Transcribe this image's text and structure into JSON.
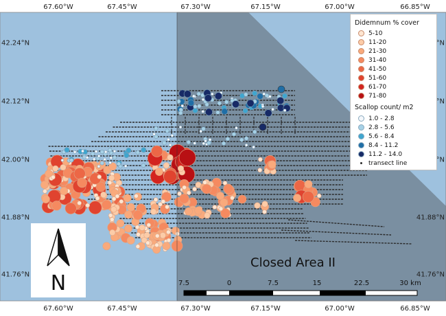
{
  "map": {
    "ticks": {
      "top": [
        "67.60°W",
        "67.45°W",
        "67.30°W",
        "67.15°W",
        "67.00°W",
        "66.85°W"
      ],
      "bottom": [
        "67.60°W",
        "67.45°W",
        "67.30°W",
        "67.15°W",
        "67.00°W",
        "66.85°W"
      ],
      "left": [
        "42.24°N",
        "42.12°N",
        "42.00°N",
        "41.88°N",
        "41.76°N"
      ],
      "right": [
        "42.24°N",
        "42.12°N",
        "42.00°N",
        "41.88°N",
        "41.76°N"
      ]
    },
    "area_label": "Closed Area II",
    "north_label": "N",
    "scale_labels": [
      "7.5",
      "0",
      "7.5",
      "15",
      "22.5",
      "30 km"
    ],
    "colors": {
      "water": "#9ec1de",
      "closed_area": "#7a8fa1",
      "transect": "#2b2b2b"
    }
  },
  "legend": {
    "didemnum_title": "Didemnum % cover",
    "didemnum": [
      {
        "label": "5-10",
        "color": "#fde6d2"
      },
      {
        "label": "11-20",
        "color": "#fccca8"
      },
      {
        "label": "21-30",
        "color": "#f9aa7c"
      },
      {
        "label": "31-40",
        "color": "#f58a60"
      },
      {
        "label": "41-50",
        "color": "#ec6746"
      },
      {
        "label": "51-60",
        "color": "#e0432f"
      },
      {
        "label": "61-70",
        "color": "#d3241f"
      },
      {
        "label": "71-80",
        "color": "#b81014"
      }
    ],
    "scallop_title": "Scallop count/ m2",
    "scallop": [
      {
        "label": "1.0 - 2.8",
        "color": "#f3f7fb"
      },
      {
        "label": "2.8 - 5.6",
        "color": "#a6d1e6"
      },
      {
        "label": "5.6 - 8.4",
        "color": "#3fa6cf"
      },
      {
        "label": "8.4 - 11.2",
        "color": "#1f6ea6"
      },
      {
        "label": "11.2 - 14.0",
        "color": "#172a66"
      }
    ],
    "transect_label": "transect line"
  }
}
